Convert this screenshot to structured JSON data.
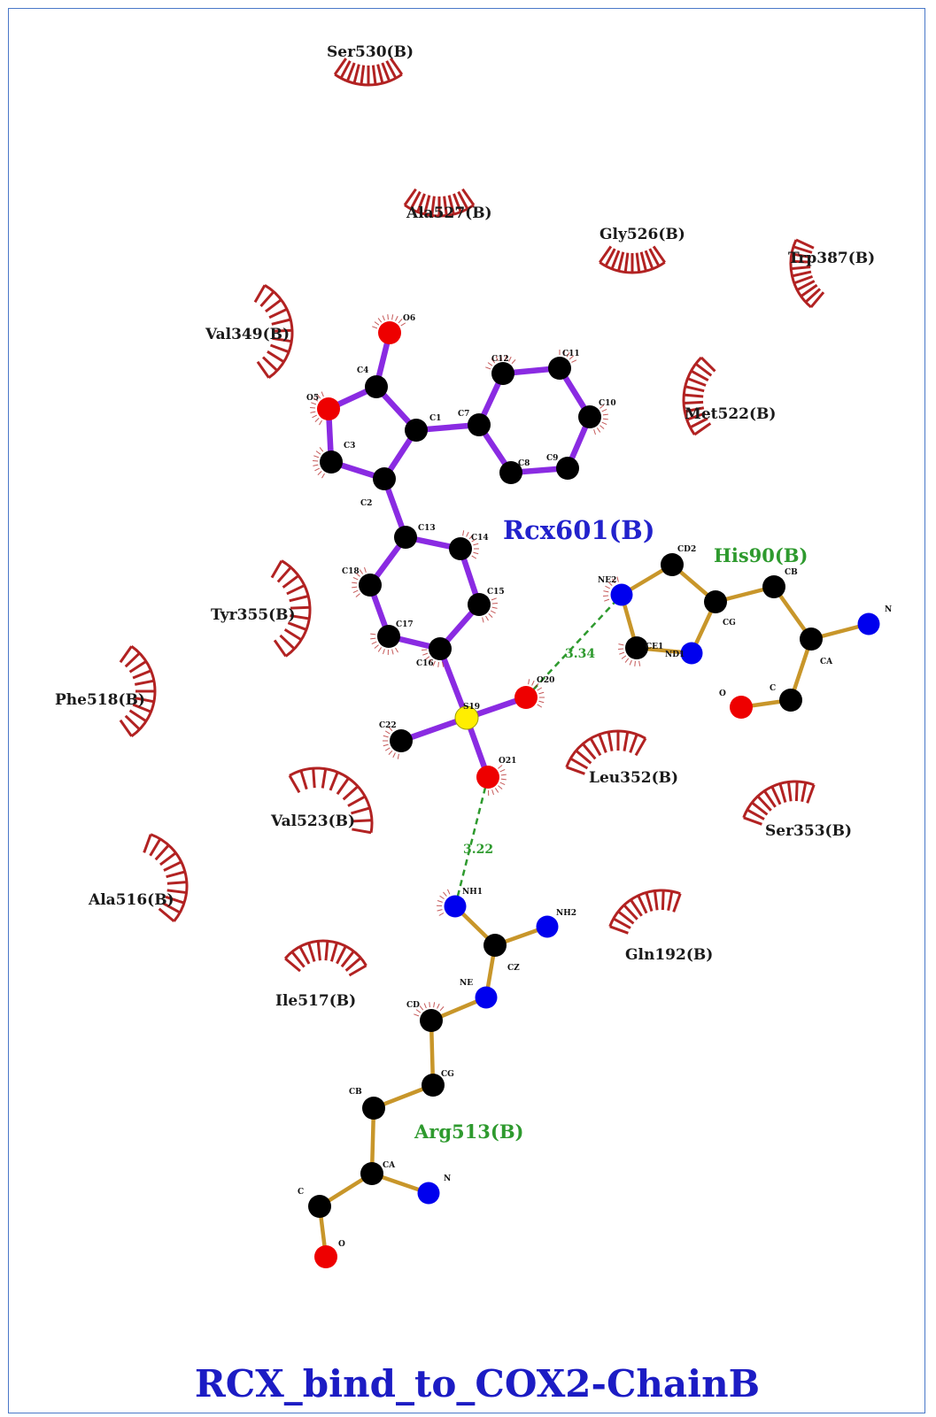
{
  "title": "RCX_bind_to_COX2-ChainB",
  "ligand": {
    "name": "Rcx601(B)",
    "color": "#8a2be2",
    "atoms": [
      {
        "id": "O6",
        "el": "O"
      },
      {
        "id": "C4",
        "el": "C"
      },
      {
        "id": "O5",
        "el": "O"
      },
      {
        "id": "C3",
        "el": "C"
      },
      {
        "id": "C2",
        "el": "C"
      },
      {
        "id": "C1",
        "el": "C"
      },
      {
        "id": "C7",
        "el": "C"
      },
      {
        "id": "C12",
        "el": "C"
      },
      {
        "id": "C11",
        "el": "C"
      },
      {
        "id": "C10",
        "el": "C"
      },
      {
        "id": "C9",
        "el": "C"
      },
      {
        "id": "C8",
        "el": "C"
      },
      {
        "id": "C13",
        "el": "C"
      },
      {
        "id": "C14",
        "el": "C"
      },
      {
        "id": "C15",
        "el": "C"
      },
      {
        "id": "C16",
        "el": "C"
      },
      {
        "id": "C17",
        "el": "C"
      },
      {
        "id": "C18",
        "el": "C"
      },
      {
        "id": "S19",
        "el": "S"
      },
      {
        "id": "O20",
        "el": "O"
      },
      {
        "id": "O21",
        "el": "O"
      },
      {
        "id": "C22",
        "el": "C"
      }
    ],
    "bonds": [
      [
        "O6",
        "C4"
      ],
      [
        "C4",
        "O5"
      ],
      [
        "O5",
        "C3"
      ],
      [
        "C3",
        "C2"
      ],
      [
        "C2",
        "C1"
      ],
      [
        "C1",
        "C4"
      ],
      [
        "C1",
        "C7"
      ],
      [
        "C7",
        "C12"
      ],
      [
        "C12",
        "C11"
      ],
      [
        "C11",
        "C10"
      ],
      [
        "C10",
        "C9"
      ],
      [
        "C9",
        "C8"
      ],
      [
        "C8",
        "C7"
      ],
      [
        "C2",
        "C13"
      ],
      [
        "C13",
        "C14"
      ],
      [
        "C14",
        "C15"
      ],
      [
        "C15",
        "C16"
      ],
      [
        "C16",
        "C17"
      ],
      [
        "C17",
        "C18"
      ],
      [
        "C18",
        "C13"
      ],
      [
        "C16",
        "S19"
      ],
      [
        "S19",
        "O20"
      ],
      [
        "S19",
        "O21"
      ],
      [
        "S19",
        "C22"
      ]
    ]
  },
  "hbond_residues": [
    {
      "name": "His90(B)",
      "atoms": [
        {
          "id": "NE2",
          "el": "N"
        },
        {
          "id": "CD2",
          "el": "C"
        },
        {
          "id": "CG",
          "el": "C"
        },
        {
          "id": "ND1",
          "el": "N"
        },
        {
          "id": "CE1",
          "el": "C"
        },
        {
          "id": "CB",
          "el": "C"
        },
        {
          "id": "CA",
          "el": "C"
        },
        {
          "id": "N",
          "el": "N"
        },
        {
          "id": "C",
          "el": "C"
        },
        {
          "id": "O",
          "el": "O"
        }
      ],
      "bonds": [
        [
          "NE2",
          "CD2"
        ],
        [
          "CD2",
          "CG"
        ],
        [
          "CG",
          "ND1"
        ],
        [
          "ND1",
          "CE1"
        ],
        [
          "CE1",
          "NE2"
        ],
        [
          "CG",
          "CB"
        ],
        [
          "CB",
          "CA"
        ],
        [
          "CA",
          "N"
        ],
        [
          "CA",
          "C"
        ],
        [
          "C",
          "O"
        ]
      ]
    },
    {
      "name": "Arg513(B)",
      "atoms": [
        {
          "id": "NH1",
          "el": "N"
        },
        {
          "id": "NH2",
          "el": "N"
        },
        {
          "id": "CZ",
          "el": "C"
        },
        {
          "id": "NE",
          "el": "N"
        },
        {
          "id": "CD",
          "el": "C"
        },
        {
          "id": "CG",
          "el": "C"
        },
        {
          "id": "CB",
          "el": "C"
        },
        {
          "id": "CA",
          "el": "C"
        },
        {
          "id": "N",
          "el": "N"
        },
        {
          "id": "C",
          "el": "C"
        },
        {
          "id": "O",
          "el": "O"
        }
      ],
      "bonds": [
        [
          "NH1",
          "CZ"
        ],
        [
          "NH2",
          "CZ"
        ],
        [
          "CZ",
          "NE"
        ],
        [
          "NE",
          "CD"
        ],
        [
          "CD",
          "CG"
        ],
        [
          "CG",
          "CB"
        ],
        [
          "CB",
          "CA"
        ],
        [
          "CA",
          "N"
        ],
        [
          "CA",
          "C"
        ],
        [
          "C",
          "O"
        ]
      ]
    }
  ],
  "hbonds": [
    {
      "from": "O20",
      "to": "His90(B):NE2",
      "distance": "3.34"
    },
    {
      "from": "O21",
      "to": "Arg513(B):NH1",
      "distance": "3.22"
    }
  ],
  "hydrophobic_contacts": [
    "Ser530(B)",
    "Ala527(B)",
    "Gly526(B)",
    "Trp387(B)",
    "Val349(B)",
    "Met522(B)",
    "Tyr355(B)",
    "Phe518(B)",
    "Leu352(B)",
    "Ser353(B)",
    "Val523(B)",
    "Ala516(B)",
    "Gln192(B)",
    "Ile517(B)"
  ],
  "colors": {
    "ligand_bond": "#8a2be2",
    "residue_bond": "#c8962a",
    "carbon": "#000000",
    "oxygen": "#ee0000",
    "nitrogen": "#0000ee",
    "sulfur": "#ffee00",
    "hbond": "#2e9a2e",
    "hydrophobic": "#b22222",
    "frame": "#4a78c8"
  }
}
